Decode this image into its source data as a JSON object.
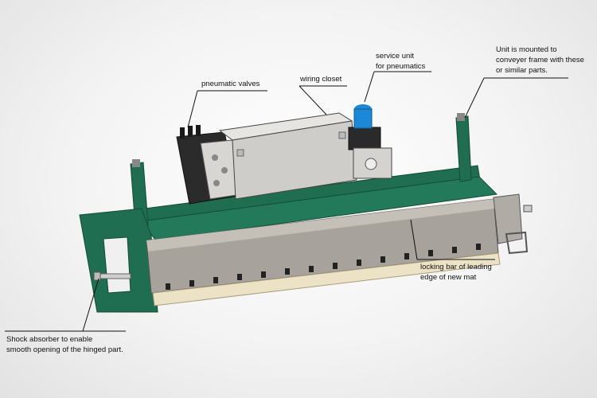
{
  "labels": {
    "pneumatic_valves": "pneumatic valves",
    "wiring_closet": "wiring closet",
    "service_unit": "service unit\nfor pneumatics",
    "mounting_note": "Unit is mounted to\nconveyer frame with these\nor similar parts.",
    "locking_bar": "locking bar of leading\nedge of new mat",
    "shock_absorber": "Shock absorber to enable\nsmooth opening of the hinged part."
  },
  "colors": {
    "frame_green": "#1f6e52",
    "frame_green_dark": "#134b37",
    "steel_grey": "#a7a39c",
    "valve_black": "#2a2a2a",
    "service_unit_blue": "#1e88d8",
    "brush_cream": "#ece3c7"
  }
}
